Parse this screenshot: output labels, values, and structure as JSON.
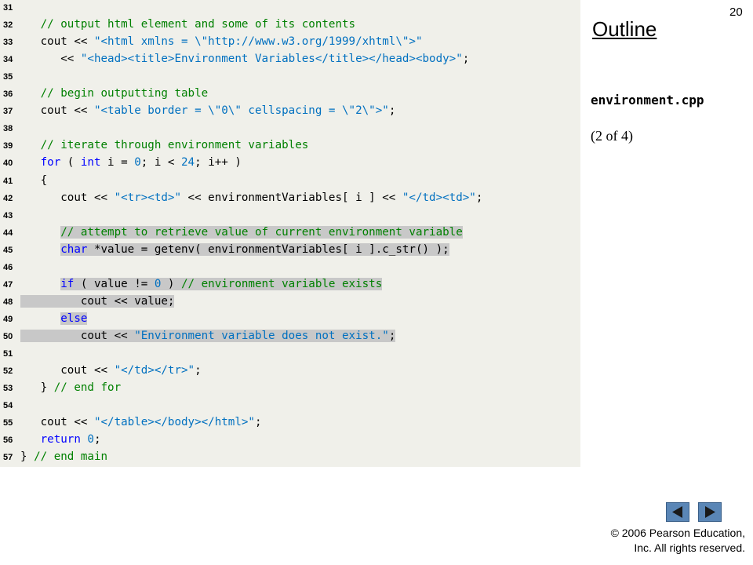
{
  "page_number": "20",
  "outline": {
    "title": "Outline",
    "file_name": "environment.cpp",
    "page_of": "(2 of 4)"
  },
  "navigation": {
    "prev_icon": "left-arrow-icon",
    "next_icon": "right-arrow-icon",
    "button_color": "#5a86b6"
  },
  "footer": {
    "line1": "© 2006 Pearson Education,",
    "line2": "Inc.  All rights reserved."
  },
  "code_panel_color": "#f0f0ea",
  "code_lines": [
    {
      "n": "31",
      "hl": false,
      "segs": []
    },
    {
      "n": "32",
      "hl": false,
      "segs": [
        {
          "t": "   "
        },
        {
          "t": "// output html element and some of its contents",
          "c": "cm"
        }
      ]
    },
    {
      "n": "33",
      "hl": false,
      "segs": [
        {
          "t": "   cout << "
        },
        {
          "t": "\"<html xmlns = \\\"http://www.w3.org/1999/xhtml\\\">\"",
          "c": "st"
        }
      ]
    },
    {
      "n": "34",
      "hl": false,
      "segs": [
        {
          "t": "      << "
        },
        {
          "t": "\"<head><title>Environment Variables</title></head><body>\"",
          "c": "st"
        },
        {
          "t": ";"
        }
      ]
    },
    {
      "n": "35",
      "hl": false,
      "segs": []
    },
    {
      "n": "36",
      "hl": false,
      "segs": [
        {
          "t": "   "
        },
        {
          "t": "// begin outputting table",
          "c": "cm"
        }
      ]
    },
    {
      "n": "37",
      "hl": false,
      "segs": [
        {
          "t": "   cout << "
        },
        {
          "t": "\"<table border = \\\"0\\\" cellspacing = \\\"2\\\">\"",
          "c": "st"
        },
        {
          "t": ";"
        }
      ]
    },
    {
      "n": "38",
      "hl": false,
      "segs": []
    },
    {
      "n": "39",
      "hl": false,
      "segs": [
        {
          "t": "   "
        },
        {
          "t": "// iterate through environment variables",
          "c": "cm"
        }
      ]
    },
    {
      "n": "40",
      "hl": false,
      "segs": [
        {
          "t": "   "
        },
        {
          "t": "for",
          "c": "kw"
        },
        {
          "t": " ( "
        },
        {
          "t": "int",
          "c": "kw"
        },
        {
          "t": " i = "
        },
        {
          "t": "0",
          "c": "nm"
        },
        {
          "t": "; i < "
        },
        {
          "t": "24",
          "c": "nm"
        },
        {
          "t": "; i++ )"
        }
      ]
    },
    {
      "n": "41",
      "hl": false,
      "segs": [
        {
          "t": "   {"
        }
      ]
    },
    {
      "n": "42",
      "hl": false,
      "segs": [
        {
          "t": "      cout << "
        },
        {
          "t": "\"<tr><td>\"",
          "c": "st"
        },
        {
          "t": " << environmentVariables[ i ] << "
        },
        {
          "t": "\"</td><td>\"",
          "c": "st"
        },
        {
          "t": ";"
        }
      ]
    },
    {
      "n": "43",
      "hl": false,
      "segs": []
    },
    {
      "n": "44",
      "hl": true,
      "segs": [
        {
          "t": "      "
        },
        {
          "t": "// attempt to retrieve value of current environment variable",
          "c": "cm"
        }
      ]
    },
    {
      "n": "45",
      "hl": true,
      "segs": [
        {
          "t": "      "
        },
        {
          "t": "char",
          "c": "kw"
        },
        {
          "t": " *value = getenv( environmentVariables[ i ].c_str() );"
        }
      ]
    },
    {
      "n": "46",
      "hl": false,
      "segs": []
    },
    {
      "n": "47",
      "hl": true,
      "segs": [
        {
          "t": "      "
        },
        {
          "t": "if",
          "c": "kw"
        },
        {
          "t": " ( value != "
        },
        {
          "t": "0",
          "c": "nm"
        },
        {
          "t": " ) "
        },
        {
          "t": "// environment variable exists",
          "c": "cm"
        }
      ]
    },
    {
      "n": "48",
      "hl": true,
      "segs": [
        {
          "t": "         cout << value;"
        }
      ]
    },
    {
      "n": "49",
      "hl": true,
      "segs": [
        {
          "t": "      "
        },
        {
          "t": "else",
          "c": "kw"
        }
      ]
    },
    {
      "n": "50",
      "hl": true,
      "segs": [
        {
          "t": "         cout << "
        },
        {
          "t": "\"Environment variable does not exist.\"",
          "c": "st"
        },
        {
          "t": ";"
        }
      ]
    },
    {
      "n": "51",
      "hl": false,
      "segs": []
    },
    {
      "n": "52",
      "hl": false,
      "segs": [
        {
          "t": "      cout << "
        },
        {
          "t": "\"</td></tr>\"",
          "c": "st"
        },
        {
          "t": ";"
        }
      ]
    },
    {
      "n": "53",
      "hl": false,
      "segs": [
        {
          "t": "   } "
        },
        {
          "t": "// end for",
          "c": "cm"
        }
      ]
    },
    {
      "n": "54",
      "hl": false,
      "segs": []
    },
    {
      "n": "55",
      "hl": false,
      "segs": [
        {
          "t": "   cout << "
        },
        {
          "t": "\"</table></body></html>\"",
          "c": "st"
        },
        {
          "t": ";"
        }
      ]
    },
    {
      "n": "56",
      "hl": false,
      "segs": [
        {
          "t": "   "
        },
        {
          "t": "return",
          "c": "kw"
        },
        {
          "t": " "
        },
        {
          "t": "0",
          "c": "nm"
        },
        {
          "t": ";"
        }
      ]
    },
    {
      "n": "57",
      "hl": false,
      "segs": [
        {
          "t": "} "
        },
        {
          "t": "// end main",
          "c": "cm"
        }
      ]
    }
  ]
}
